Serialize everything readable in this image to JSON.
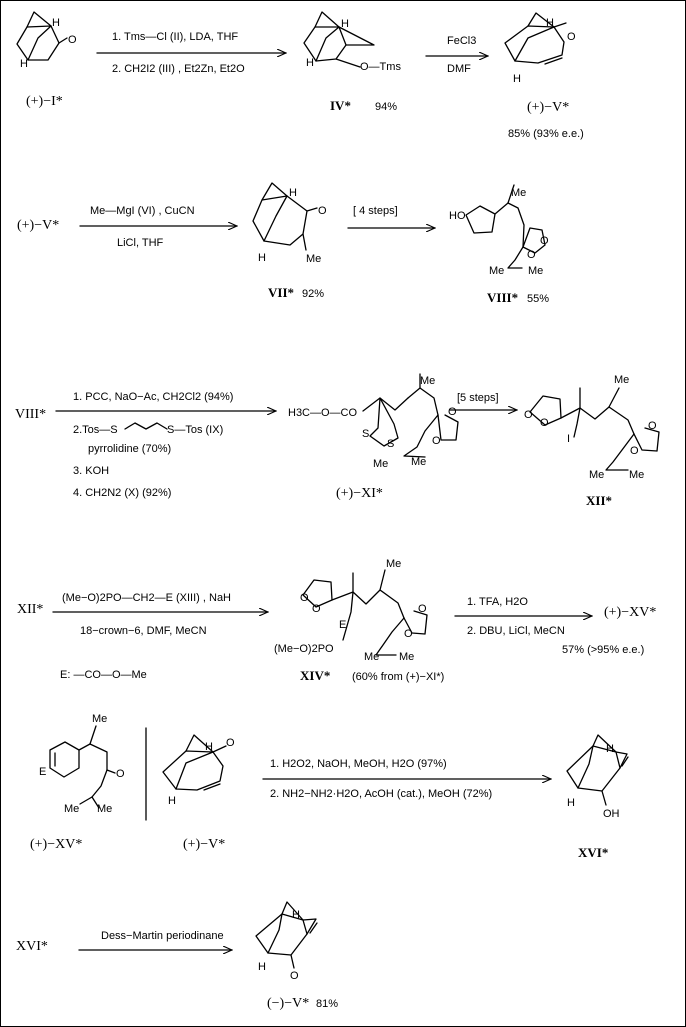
{
  "row1": {
    "start": "(+)−I*",
    "reagent1": "1. Tms—Cl (II), LDA, THF",
    "reagent2": "2. CH2I2 (III) , Et2Zn, Et2O",
    "inter": "IV*",
    "inter_yield": "94%",
    "substituent_otms": "O—Tms",
    "fecl3": "FeCl3",
    "dmf": "DMF",
    "product": "(+)−V*",
    "product_yield": "85% (93% e.e.)"
  },
  "row2": {
    "start": "(+)−V*",
    "reagent1": "Me—MgI (VI) , CuCN",
    "reagent2": "LiCl, THF",
    "product": "VII*",
    "product_yield": "92%",
    "steps": "[ 4 steps]",
    "target": "VIII*",
    "target_yield": "55%"
  },
  "row3": {
    "start": "VIII*",
    "reagent1": "1. PCC, NaO−Ac, CH2Cl2 (94%)",
    "reagent2a": "2.Tos—S",
    "reagent2b": "S—Tos (IX)",
    "reagent2c": "pyrrolidine (70%)",
    "reagent3": "3. KOH",
    "reagent4": "4. CH2N2 (X) (92%)",
    "ester": "H3C—O—CO",
    "product": "(+)−XI*",
    "steps": "[5 steps]",
    "target": "XII*"
  },
  "row4": {
    "start": "XII*",
    "reagent1": "(Me−O)2PO—CH2—E (XIII) , NaH",
    "reagent2": "18−crown−6, DMF, MeCN",
    "note": "E: —CO—O—Me",
    "phos": "(Me−O)2PO",
    "product": "XIV*",
    "product_yield": "(60% from (+)−XI*)",
    "step1": "1. TFA, H2O",
    "step2": "2. DBU, LiCl, MeCN",
    "target": "(+)−XV*",
    "target_yield": "57% (>95% e.e.)"
  },
  "row5": {
    "left": "(+)−XV*",
    "mid": "(+)−V*",
    "reagent1": "1. H2O2, NaOH, MeOH, H2O (97%)",
    "reagent2": "2. NH2−NH2·H2O, AcOH (cat.), MeOH (72%)",
    "product": "XVI*"
  },
  "row6": {
    "start": "XVI*",
    "reagent": "Dess−Martin periodinane",
    "product": "(−)−V*",
    "product_yield": "81%"
  },
  "atoms": {
    "H": "H",
    "O": "O",
    "Me": "Me",
    "HO": "HO",
    "OH": "OH",
    "E": "E",
    "I": "I",
    "S": "S"
  }
}
